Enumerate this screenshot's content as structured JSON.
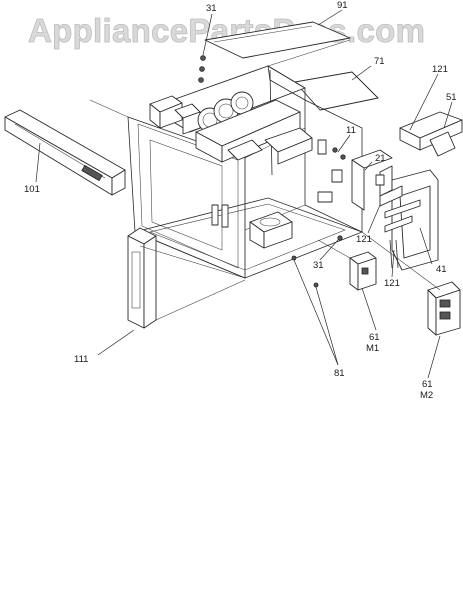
{
  "watermark": {
    "text": "AppliancePartsPros.com"
  },
  "callouts": [
    {
      "id": "31a",
      "label": "31"
    },
    {
      "id": "91",
      "label": "91"
    },
    {
      "id": "71",
      "label": "71"
    },
    {
      "id": "121a",
      "label": "121"
    },
    {
      "id": "51",
      "label": "51"
    },
    {
      "id": "11",
      "label": "11"
    },
    {
      "id": "21",
      "label": "21"
    },
    {
      "id": "101",
      "label": "101"
    },
    {
      "id": "121b",
      "label": "121"
    },
    {
      "id": "41",
      "label": "41"
    },
    {
      "id": "31b",
      "label": "31"
    },
    {
      "id": "121c",
      "label": "121"
    },
    {
      "id": "61a",
      "label": "61"
    },
    {
      "id": "M1",
      "label": "M1"
    },
    {
      "id": "111",
      "label": "111"
    },
    {
      "id": "81",
      "label": "81"
    },
    {
      "id": "61b",
      "label": "61"
    },
    {
      "id": "M2",
      "label": "M2"
    }
  ],
  "colors": {
    "line": "#2a2a2a",
    "watermark": "#d9d9d9",
    "background": "#ffffff"
  }
}
